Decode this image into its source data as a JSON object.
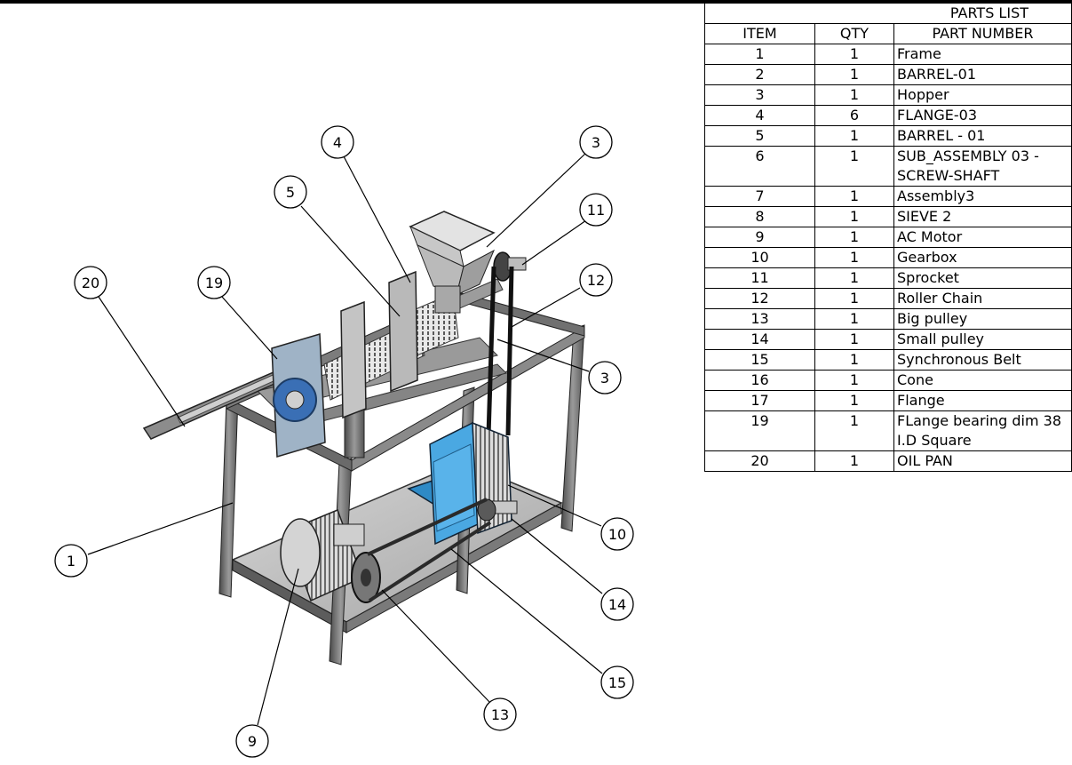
{
  "parts_list": {
    "title": "PARTS LIST",
    "headers": [
      "ITEM",
      "QTY",
      "PART NUMBER"
    ],
    "rows": [
      {
        "item": "1",
        "qty": "1",
        "part": "Frame"
      },
      {
        "item": "2",
        "qty": "1",
        "part": "BARREL-01"
      },
      {
        "item": "3",
        "qty": "1",
        "part": "Hopper"
      },
      {
        "item": "4",
        "qty": "6",
        "part": "FLANGE-03"
      },
      {
        "item": "5",
        "qty": "1",
        "part": "BARREL - 01"
      },
      {
        "item": "6",
        "qty": "1",
        "part": "SUB_ASSEMBLY 03 - SCREW-SHAFT"
      },
      {
        "item": "7",
        "qty": "1",
        "part": "Assembly3"
      },
      {
        "item": "8",
        "qty": "1",
        "part": "SIEVE 2"
      },
      {
        "item": "9",
        "qty": "1",
        "part": "AC Motor"
      },
      {
        "item": "10",
        "qty": "1",
        "part": "Gearbox"
      },
      {
        "item": "11",
        "qty": "1",
        "part": "Sprocket"
      },
      {
        "item": "12",
        "qty": "1",
        "part": "Roller Chain"
      },
      {
        "item": "13",
        "qty": "1",
        "part": "Big pulley"
      },
      {
        "item": "14",
        "qty": "1",
        "part": "Small pulley"
      },
      {
        "item": "15",
        "qty": "1",
        "part": "Synchronous Belt"
      },
      {
        "item": "16",
        "qty": "1",
        "part": "Cone"
      },
      {
        "item": "17",
        "qty": "1",
        "part": "Flange"
      },
      {
        "item": "19",
        "qty": "1",
        "part": "FLange bearing dim 38 I.D Square"
      },
      {
        "item": "20",
        "qty": "1",
        "part": "OIL PAN"
      }
    ]
  },
  "balloons": [
    "4",
    "3",
    "5",
    "11",
    "20",
    "19",
    "12",
    "3",
    "10",
    "1",
    "14",
    "15",
    "13",
    "9"
  ],
  "colors": {
    "line": "#000000",
    "frame_steel": "#6e6e6e",
    "motor_gearbox": "#3a9ad9",
    "pan": "#bdbdbd"
  }
}
